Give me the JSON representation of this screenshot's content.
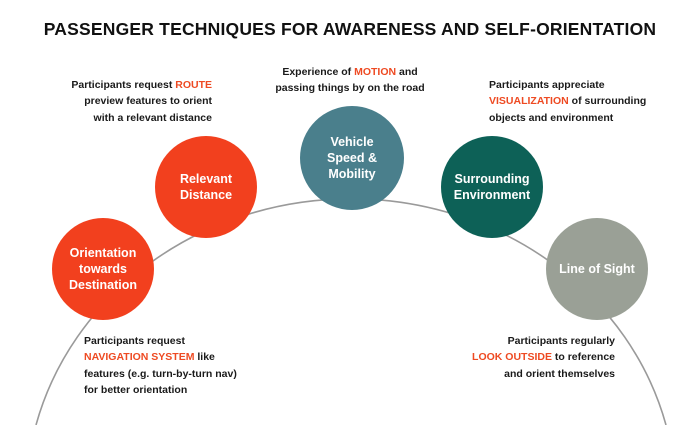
{
  "title": "PASSENGER TECHNIQUES FOR AWARENESS AND SELF-ORIENTATION",
  "colors": {
    "accent": "#ee4a22",
    "circle_orange": "#f2401e",
    "circle_slate": "#4a7f8c",
    "circle_teal": "#0d6157",
    "circle_gray": "#9aa096",
    "arc": "#9a9a9a"
  },
  "circles": [
    {
      "id": "orientation",
      "lines": [
        "Orientation",
        "towards",
        "Destination"
      ]
    },
    {
      "id": "relevant-distance",
      "lines": [
        "Relevant",
        "Distance"
      ]
    },
    {
      "id": "vehicle-speed",
      "lines": [
        "Vehicle",
        "Speed &",
        "Mobility"
      ]
    },
    {
      "id": "surrounding-environment",
      "lines": [
        "Surrounding",
        "Environment"
      ]
    },
    {
      "id": "line-of-sight",
      "lines": [
        "Line of Sight"
      ]
    }
  ],
  "notes": {
    "route": {
      "l1_pre": "Participants request ",
      "l1_hl": "ROUTE",
      "l2": "preview features to orient",
      "l3": "with a relevant distance"
    },
    "motion": {
      "l1_pre": "Experience of ",
      "l1_hl": "MOTION",
      "l1_post": " and",
      "l2": "passing things by on the road"
    },
    "visualization": {
      "l1": "Participants appreciate",
      "l2_hl": "VISUALIZATION",
      "l2_post": " of surrounding",
      "l3": "objects and environment"
    },
    "navigation": {
      "l1": "Participants request",
      "l2_hl": "NAVIGATION SYSTEM",
      "l2_post": " like",
      "l3": "features (e.g. turn-by-turn nav)",
      "l4": "for better orientation"
    },
    "look_outside": {
      "l1": "Participants regularly",
      "l2_hl": "LOOK OUTSIDE",
      "l2_post": " to reference",
      "l3": "and orient themselves"
    }
  }
}
